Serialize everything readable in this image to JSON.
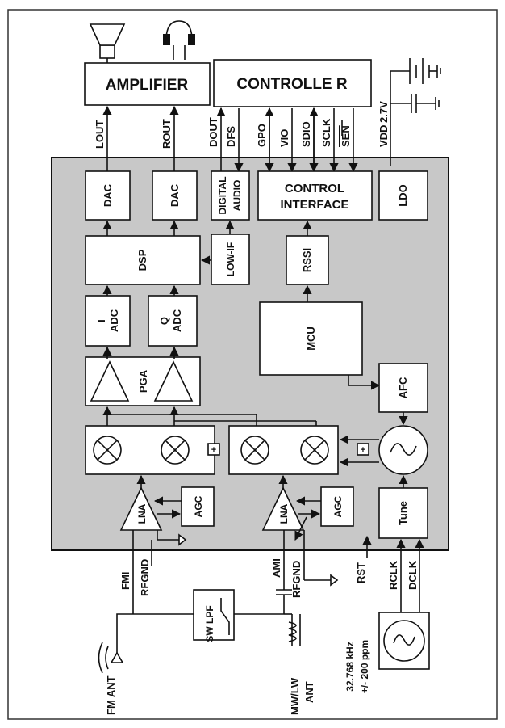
{
  "colors": {
    "chip_fill": "#c8c8c8",
    "line": "#111111",
    "block_fill": "#ffffff"
  },
  "blocks": {
    "amplifier": "AMPLIFIER",
    "controller": "CONTROLLE R",
    "dac_left": "DAC",
    "dac_right": "DAC",
    "digital_audio": [
      "DIGITAL",
      "AUDIO"
    ],
    "control_interface": [
      "CONTROL",
      "INTERFACE"
    ],
    "ldo": "LDO",
    "dsp": "DSP",
    "low_if": "LOW-IF",
    "rssi": "RSSI",
    "i_adc": [
      "I",
      "ADC"
    ],
    "q_adc": [
      "Q",
      "ADC"
    ],
    "mcu": "MCU",
    "pga": "PGA",
    "afc": "AFC",
    "lna_fm": "LNA",
    "lna_am": "LNA",
    "agc_fm": "AGC",
    "agc_am": "AGC",
    "tune": "Tune",
    "sw_lpf": "SW LPF"
  },
  "signals": {
    "lout": "LOUT",
    "rout": "ROUT",
    "dout": "DOUT",
    "dfs": "DFS",
    "gpo": "GPO",
    "vio": "VIO",
    "sdio": "SDIO",
    "sclk": "SCLK",
    "sen": "SEN",
    "vdd": "VDD",
    "v27": "2.7V",
    "fmi": "FMI",
    "rfgnd_fm": "RFGND",
    "ami": "AMI",
    "rfgnd_am": "RFGND",
    "rst": "RST",
    "rclk": "RCLK",
    "dclk": "DCLK",
    "crystal": [
      "32.768 kHz",
      "+/- 200 ppm"
    ],
    "fm_ant": "FM ANT",
    "mw_lw_ant": [
      "MW/LW",
      "ANT"
    ]
  }
}
